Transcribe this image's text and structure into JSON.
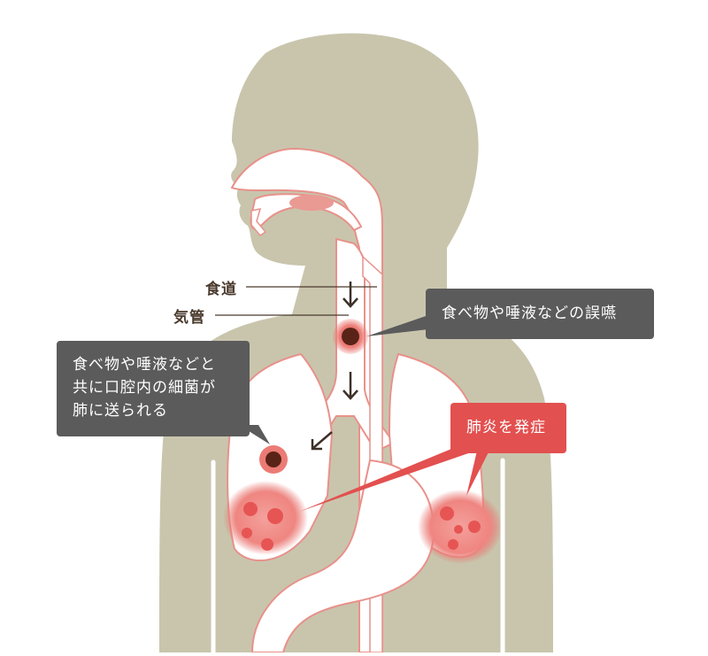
{
  "diagram": {
    "title": "",
    "colors": {
      "background": "#ffffff",
      "body_silhouette": "#c9c5ad",
      "organ_fill": "#ffffff",
      "organ_outline": "#e8918a",
      "inflamed_lung": "#ee7b78",
      "bacteria_spot": "#e65553",
      "aspirate_dot": "#5a2318",
      "aspirate_ring": "#ec7b75",
      "callout_dark": "#5b5b5b",
      "callout_red": "#e2504f",
      "arrow": "#3d3028",
      "label_text": "#4a3a2c"
    },
    "labels": {
      "esophagus": "食道",
      "trachea": "気管"
    },
    "callouts": {
      "aspiration": {
        "text": "食べ物や唾液などの誤嚥"
      },
      "bacteria": {
        "lines": [
          "食べ物や唾液などと",
          "共に口腔内の細菌が",
          "肺に送られる"
        ]
      },
      "pneumonia": {
        "text": "肺炎を発症"
      }
    },
    "annotations": {
      "arrows": [
        "down-arrow-trachea-upper",
        "down-arrow-trachea-lower",
        "down-left-arrow-bronchus"
      ],
      "inflamed_regions": [
        "left-lung-lower-lobe",
        "right-lung-lower-lobe"
      ]
    }
  }
}
